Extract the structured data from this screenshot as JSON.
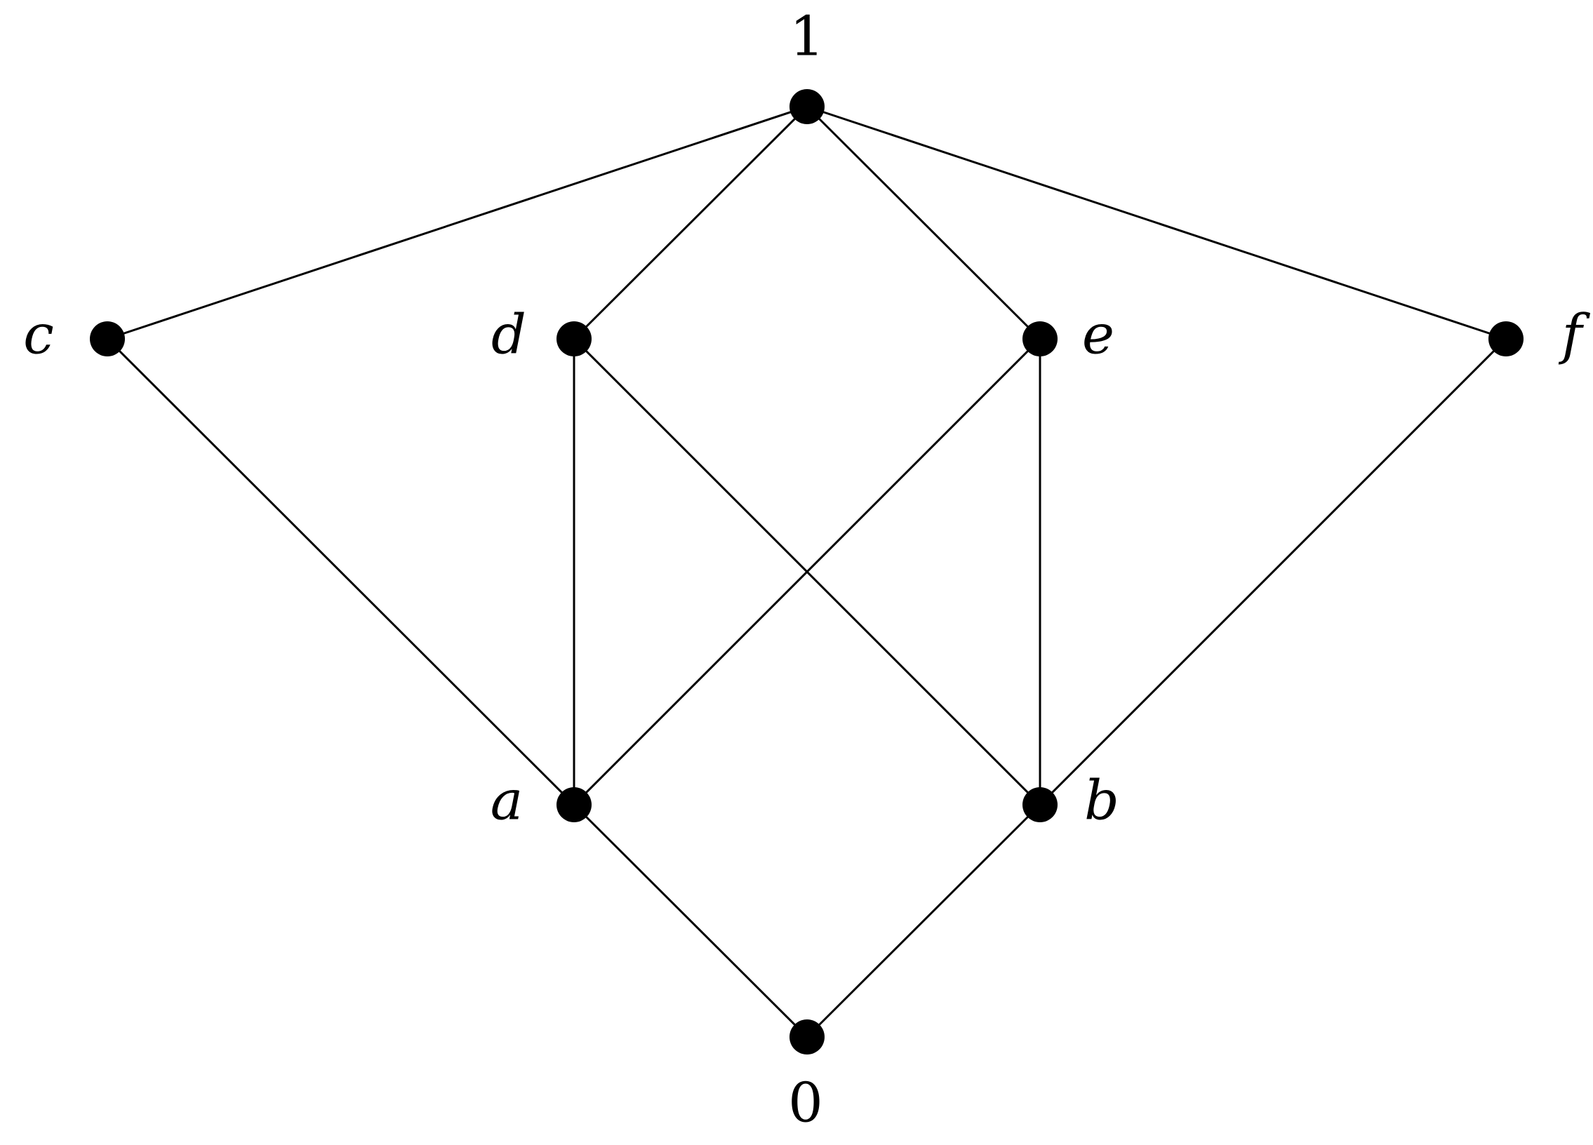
{
  "diagram": {
    "type": "hasse-diagram",
    "nodes": [
      {
        "id": "top",
        "label": "1",
        "italic": false
      },
      {
        "id": "c",
        "label": "c",
        "italic": true
      },
      {
        "id": "d",
        "label": "d",
        "italic": true
      },
      {
        "id": "e",
        "label": "e",
        "italic": true
      },
      {
        "id": "f",
        "label": "f",
        "italic": true
      },
      {
        "id": "a",
        "label": "a",
        "italic": true
      },
      {
        "id": "b",
        "label": "b",
        "italic": true
      },
      {
        "id": "bottom",
        "label": "0",
        "italic": false
      }
    ],
    "edges": [
      [
        "top",
        "c"
      ],
      [
        "top",
        "d"
      ],
      [
        "top",
        "e"
      ],
      [
        "top",
        "f"
      ],
      [
        "c",
        "a"
      ],
      [
        "d",
        "a"
      ],
      [
        "d",
        "b"
      ],
      [
        "e",
        "a"
      ],
      [
        "e",
        "b"
      ],
      [
        "f",
        "b"
      ],
      [
        "a",
        "bottom"
      ],
      [
        "b",
        "bottom"
      ]
    ]
  }
}
